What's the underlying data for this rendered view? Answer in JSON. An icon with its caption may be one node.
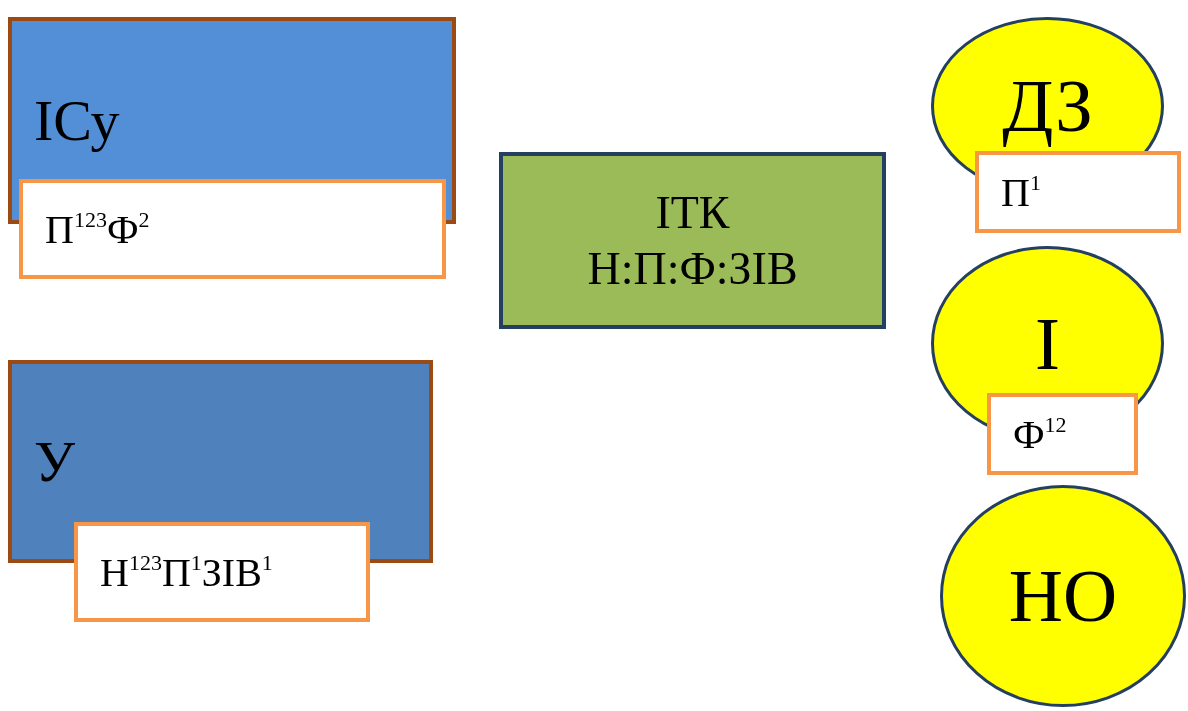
{
  "diagram": {
    "nodes": [
      {
        "text": [
          "ІСу"
        ]
      },
      {
        "text": [
          "П$^{123}$Ф$^{2}$"
        ]
      },
      {
        "text": [
          "У"
        ]
      },
      {
        "text": [
          "Н$^{123}$П$^{1}$ЗІВ$^{1}$"
        ]
      },
      {
        "text": [
          "ІТК",
          "Н:П:Ф:ЗІВ"
        ]
      },
      {
        "text": [
          "ДЗ"
        ]
      },
      {
        "text": [
          "П$^{1}$"
        ]
      },
      {
        "text": [
          "І"
        ]
      },
      {
        "text": [
          "Ф$^{12}$"
        ]
      },
      {
        "text": [
          "НО"
        ]
      }
    ]
  }
}
